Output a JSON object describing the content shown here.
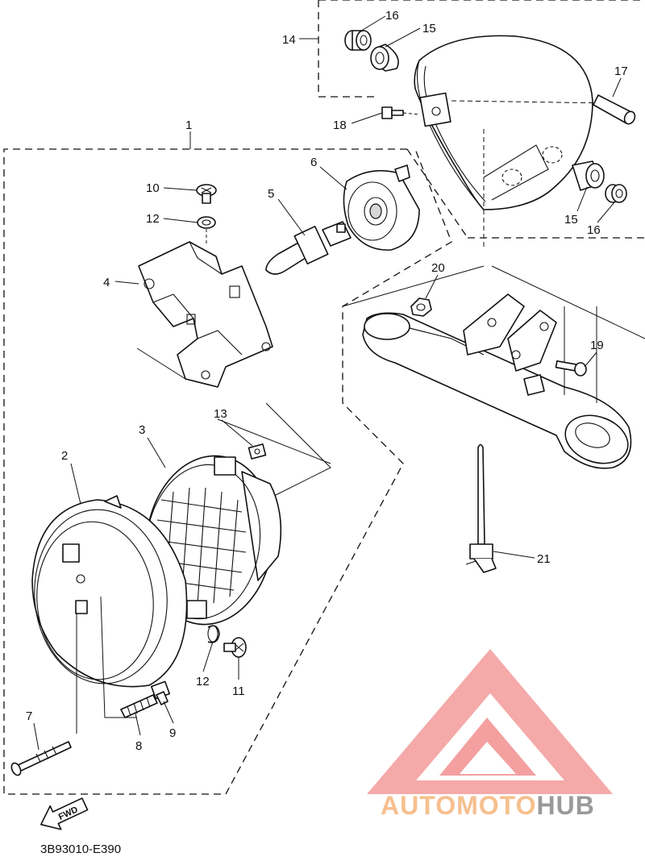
{
  "diagram_code": "3B93010-E390",
  "fwd_label": "FWD",
  "watermark": {
    "brand_part1": "AUTOMOTO",
    "brand_part2": "HUB",
    "colors": {
      "triangle": "#f4a0a0",
      "auto": "#f6bf8e",
      "hub": "#9a9a9a"
    }
  },
  "callouts": [
    "1",
    "2",
    "3",
    "4",
    "5",
    "6",
    "7",
    "8",
    "9",
    "10",
    "11",
    "12",
    "12",
    "13",
    "14",
    "15",
    "15",
    "16",
    "16",
    "17",
    "18",
    "19",
    "20",
    "21"
  ]
}
